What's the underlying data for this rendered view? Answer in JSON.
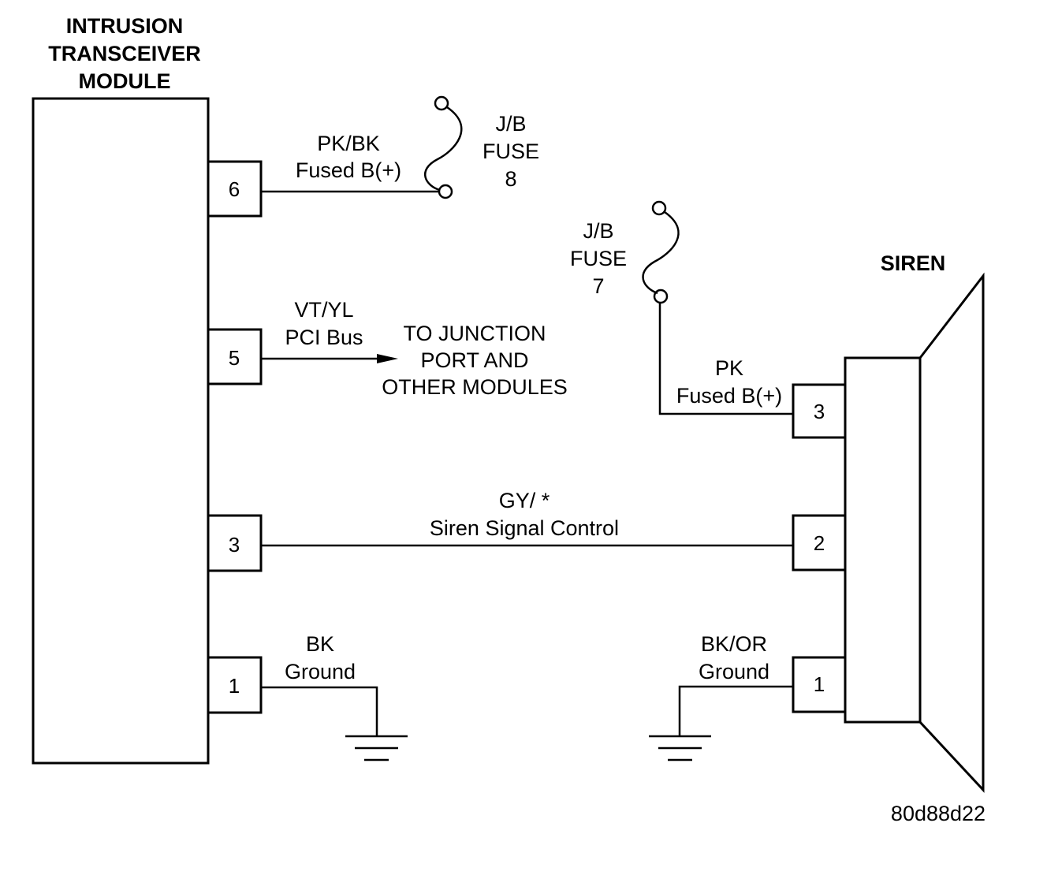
{
  "module": {
    "title_lines": [
      "INTRUSION",
      "TRANSCEIVER",
      "MODULE"
    ],
    "pins": [
      "6",
      "5",
      "3",
      "1"
    ]
  },
  "siren": {
    "title": "SIREN",
    "pins": [
      "3",
      "2",
      "1"
    ]
  },
  "fuse8": {
    "lines": [
      "J/B",
      "FUSE",
      "8"
    ]
  },
  "fuse7": {
    "lines": [
      "J/B",
      "FUSE",
      "7"
    ]
  },
  "wires": {
    "pin6": [
      "PK/BK",
      "Fused B(+)"
    ],
    "pin5": [
      "VT/YL",
      "PCI Bus"
    ],
    "pci_dest": [
      "TO JUNCTION",
      "PORT AND",
      "OTHER MODULES"
    ],
    "siren_pin3": [
      "PK",
      "Fused B(+)"
    ],
    "signal": [
      "GY/ *",
      "Siren Signal Control"
    ],
    "module_ground": [
      "BK",
      "Ground"
    ],
    "siren_ground": [
      "BK/OR",
      "Ground"
    ]
  },
  "figure_id": "80d88d22"
}
